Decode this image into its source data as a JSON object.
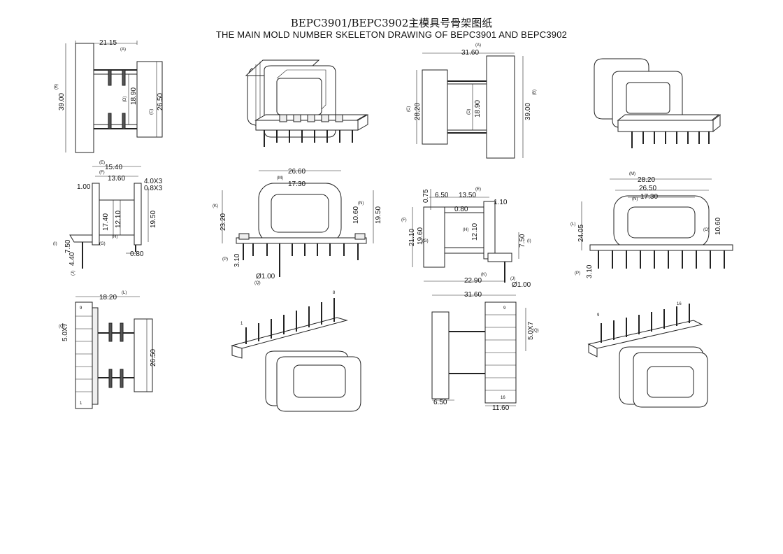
{
  "title_cn": "BEPC3901/BEPC3902主模具号骨架图纸",
  "title_en": "THE MAIN MOLD NUMBER SKELETON DRAWING OF BEPC3901 AND BEPC3902",
  "view1": {
    "w": "21.15",
    "a": "(A)",
    "h": "39.00",
    "b": "(B)",
    "c1": "18.90",
    "c2": "(D)",
    "d1": "26.50",
    "d2": "(C)"
  },
  "view2": {
    "a": "(A)",
    "w": "31.60",
    "h1": "28.20",
    "h1l": "(C)",
    "h2": "18.90",
    "h2l": "(D)",
    "h3": "39.00",
    "h3l": "(B)"
  },
  "view3": {
    "e": "(E)",
    "e1": "15.40",
    "f": "(F)",
    "f1": "13.60",
    "s1": "1.00",
    "s2": "4.0X3",
    "s3": "0.8X3",
    "v1": "17.40",
    "v2": "12.10",
    "v3": "19.50",
    "i": "(I)",
    "i1": "7.50",
    "g": "(G)",
    "h": "(H)",
    "j": "(J)",
    "j1": "4.40",
    "b1": "0.80"
  },
  "view4": {
    "w1": "26.60",
    "m": "(M)",
    "w2": "17.30",
    "k": "(K)",
    "h1": "23.20",
    "n": "(N)",
    "n1": "10.60",
    "h2": "19.50",
    "p": "(P)",
    "p1": "3.10",
    "q1": "Ø1.00",
    "q": "(Q)"
  },
  "view5": {
    "t1": "0.75",
    "t2": "6.50",
    "e": "(E)",
    "t3": "13.50",
    "t4": "1.10",
    "t5": "0.80",
    "f": "(F)",
    "v1": "21.10",
    "v2": "19.60",
    "g": "(G)",
    "h": "(H)",
    "v3": "12.10",
    "i1": "7.50",
    "i": "(I)",
    "k": "(K)",
    "b1": "22.90",
    "j": "(J)",
    "b2": "Ø1.00"
  },
  "view6": {
    "m": "(M)",
    "w1": "28.20",
    "w2": "26.50",
    "n": "(N)",
    "w3": "17.30",
    "l": "(L)",
    "h1": "24.05",
    "o": "(O)",
    "o1": "10.60",
    "p": "(P)",
    "p1": "3.10"
  },
  "view7": {
    "w": "18.20",
    "l": "(L)",
    "q": "(Q)",
    "q1": "5.0X7",
    "h": "26.50",
    "pin9": "9",
    "pin1": "1"
  },
  "view8": {
    "w": "31.60",
    "q1": "5.0X7",
    "q": "(Q)",
    "b1": "6.50",
    "b2": "11.60",
    "pin9": "9",
    "pin16": "16"
  },
  "iso": {
    "p1": "1",
    "p8": "8",
    "p9": "9",
    "p16": "16"
  }
}
